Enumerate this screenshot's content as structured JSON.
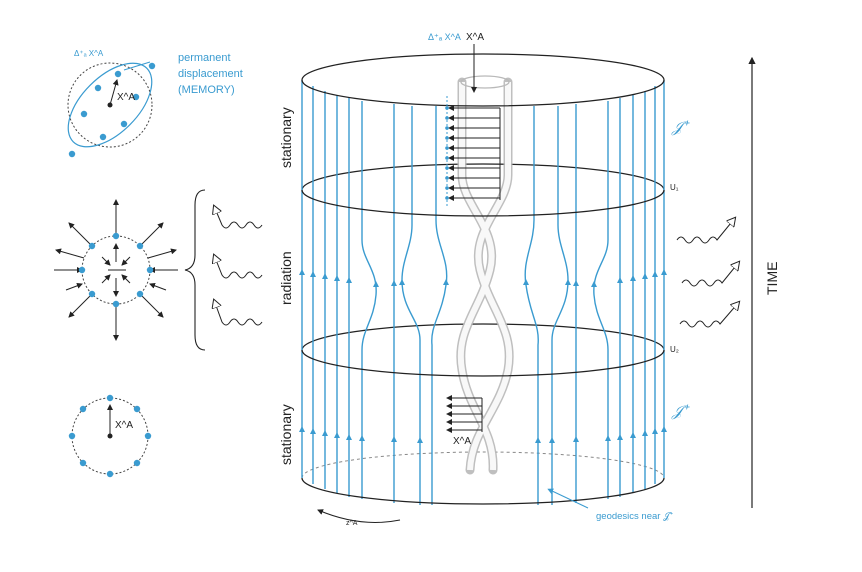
{
  "labels": {
    "time": "TIME",
    "stationary_top": "stationary",
    "radiation": "radiation",
    "stationary_bottom": "stationary",
    "memory_line1": "permanent",
    "memory_line2": "displacement",
    "memory_line3": "(MEMORY)",
    "delta_x_top_left": "Δ⁺ₐ X^A",
    "delta_x_cylinder": "Δ⁺ₐ X^A",
    "xa_cylinder_top": "X^A",
    "xa_cylinder_bottom": "X^A",
    "xa_circle_top": "X^A",
    "xa_circle_bottom": "X^A",
    "scri_upper": "𝒥⁺",
    "scri_lower": "𝒥⁺",
    "u1": "U₁",
    "u2": "U₂",
    "za": "z^A",
    "geodesics": "geodesics near 𝒥⁺"
  },
  "colors": {
    "blue": "#3a9bd0",
    "dark": "#222222",
    "gray": "#b9b9b9"
  }
}
